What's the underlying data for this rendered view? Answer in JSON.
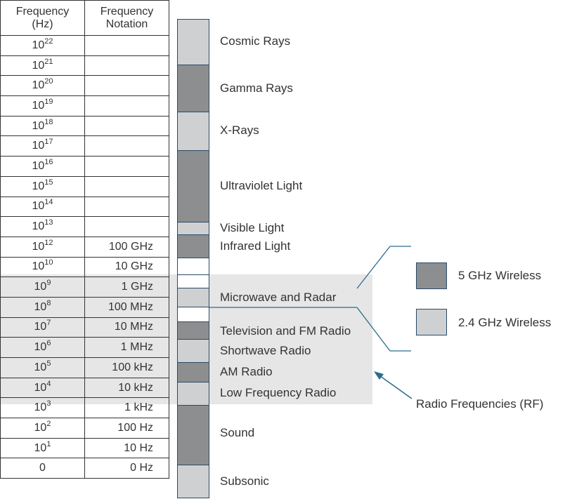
{
  "table": {
    "headers": [
      "Frequency\n(Hz)",
      "Frequency\nNotation"
    ],
    "rows": [
      {
        "base": "10",
        "exp": "22",
        "notation": ""
      },
      {
        "base": "10",
        "exp": "21",
        "notation": ""
      },
      {
        "base": "10",
        "exp": "20",
        "notation": ""
      },
      {
        "base": "10",
        "exp": "19",
        "notation": ""
      },
      {
        "base": "10",
        "exp": "18",
        "notation": ""
      },
      {
        "base": "10",
        "exp": "17",
        "notation": ""
      },
      {
        "base": "10",
        "exp": "16",
        "notation": ""
      },
      {
        "base": "10",
        "exp": "15",
        "notation": ""
      },
      {
        "base": "10",
        "exp": "14",
        "notation": ""
      },
      {
        "base": "10",
        "exp": "13",
        "notation": ""
      },
      {
        "base": "10",
        "exp": "12",
        "notation": "100 GHz"
      },
      {
        "base": "10",
        "exp": "10",
        "notation": "10 GHz"
      },
      {
        "base": "10",
        "exp": "9",
        "notation": "1 GHz"
      },
      {
        "base": "10",
        "exp": "8",
        "notation": "100 MHz"
      },
      {
        "base": "10",
        "exp": "7",
        "notation": "10 MHz"
      },
      {
        "base": "10",
        "exp": "6",
        "notation": "1 MHz"
      },
      {
        "base": "10",
        "exp": "5",
        "notation": "100 kHz"
      },
      {
        "base": "10",
        "exp": "4",
        "notation": "10 kHz"
      },
      {
        "base": "10",
        "exp": "3",
        "notation": "1 kHz"
      },
      {
        "base": "10",
        "exp": "2",
        "notation": "100 Hz"
      },
      {
        "base": "10",
        "exp": "1",
        "notation": "10 Hz"
      },
      {
        "base": "0",
        "exp": "",
        "notation": "0 Hz"
      }
    ]
  },
  "spectrum_labels": {
    "cosmic": "Cosmic Rays",
    "gamma": "Gamma Rays",
    "xray": "X-Rays",
    "uv": "Ultraviolet Light",
    "visible": "Visible Light",
    "infrared": "Infrared Light",
    "microwave": "Microwave and Radar",
    "tv_fm": "Television and FM Radio",
    "shortwave": "Shortwave Radio",
    "am": "AM Radio",
    "low_freq": "Low Frequency Radio",
    "sound": "Sound",
    "subsonic": "Subsonic"
  },
  "legend": {
    "five_ghz": "5 GHz Wireless",
    "two_four_ghz": "2.4 GHz Wireless",
    "rf_callout": "Radio Frequencies (RF)"
  },
  "colors": {
    "light_gray": "#cfd0d2",
    "dark_gray": "#8d8e90",
    "rf_highlight": "#e6e6e6",
    "line_blue": "#2a4a66"
  }
}
